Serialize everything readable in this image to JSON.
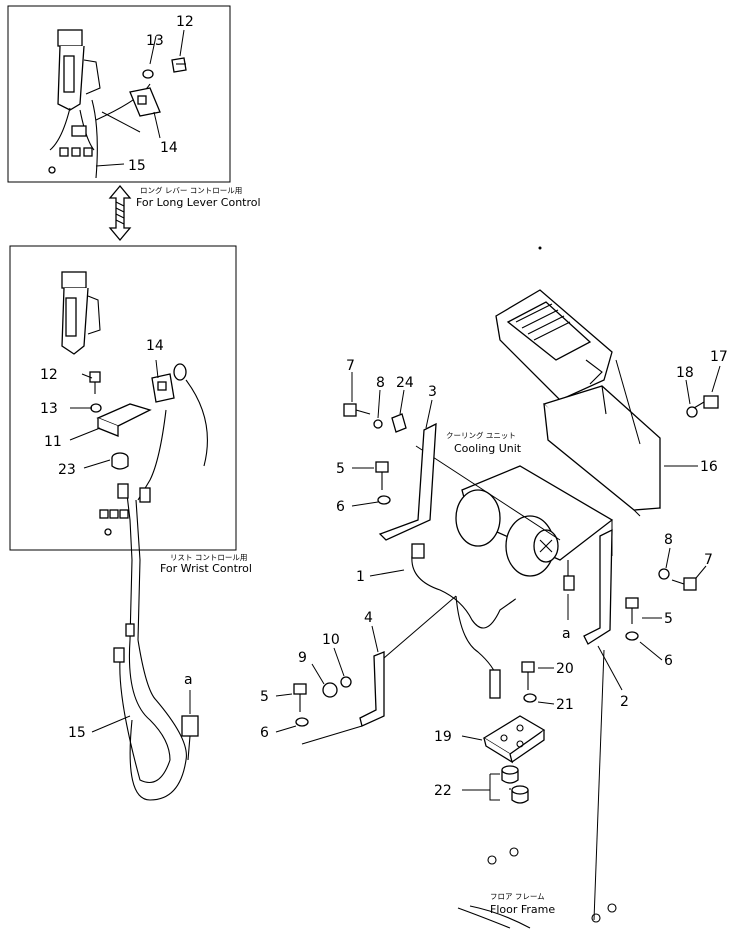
{
  "labels": {
    "long_lever_jp": "ロング レバー コントロール用",
    "long_lever_en": "For Long Lever Control",
    "wrist_jp": "リスト コントロール用",
    "wrist_en": "For Wrist Control",
    "cooling_jp": "クーリング ユニット",
    "cooling_en": "Cooling Unit",
    "floor_jp": "フロア フレーム",
    "floor_en": "Floor Frame",
    "connector_a": "a"
  },
  "callouts": {
    "p1": "1",
    "p2": "2",
    "p3": "3",
    "p4": "4",
    "p5": "5",
    "p6": "6",
    "p7": "7",
    "p8": "8",
    "p9": "9",
    "p10": "10",
    "p11": "11",
    "p12": "12",
    "p13": "13",
    "p14": "14",
    "p15": "15",
    "p16": "16",
    "p17": "17",
    "p18": "18",
    "p19": "19",
    "p20": "20",
    "p21": "21",
    "p22": "22",
    "p23": "23",
    "p24": "24"
  }
}
